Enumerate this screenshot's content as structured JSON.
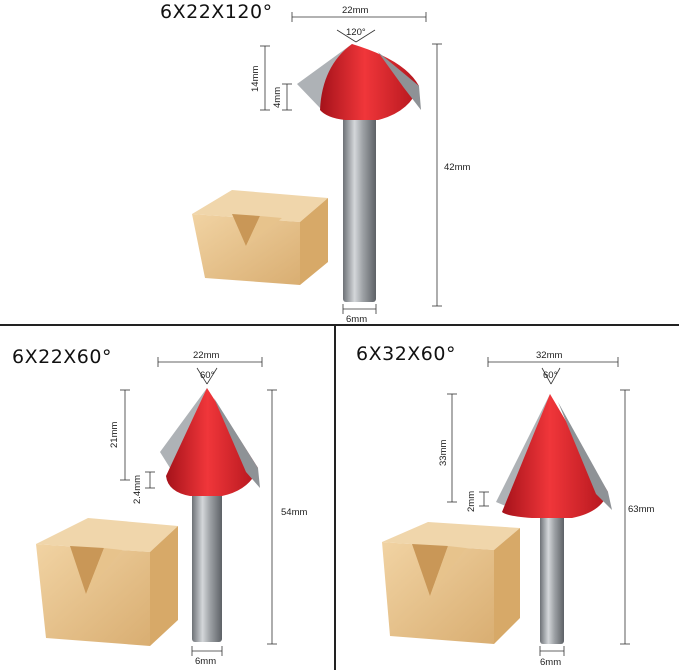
{
  "products": [
    {
      "title": "6X22X120°",
      "angle": "120°",
      "width": "22mm",
      "overall_height": "42mm",
      "cut_depth": "14mm",
      "edge_height": "4mm",
      "shank": "6mm"
    },
    {
      "title": "6X22X60°",
      "angle": "60°",
      "width": "22mm",
      "overall_height": "54mm",
      "cut_depth": "21mm",
      "edge_height": "2.4mm",
      "shank": "6mm"
    },
    {
      "title": "6X32X60°",
      "angle": "60°",
      "width": "32mm",
      "overall_height": "63mm",
      "cut_depth": "33mm",
      "edge_height": "2mm",
      "shank": "6mm"
    }
  ],
  "colors": {
    "cutter_red": "#e0262a",
    "carbide_grey": "#9a9ea3",
    "shank_grey": "#8f9398",
    "wood": "#e8c592",
    "dimension_line": "#333333"
  }
}
